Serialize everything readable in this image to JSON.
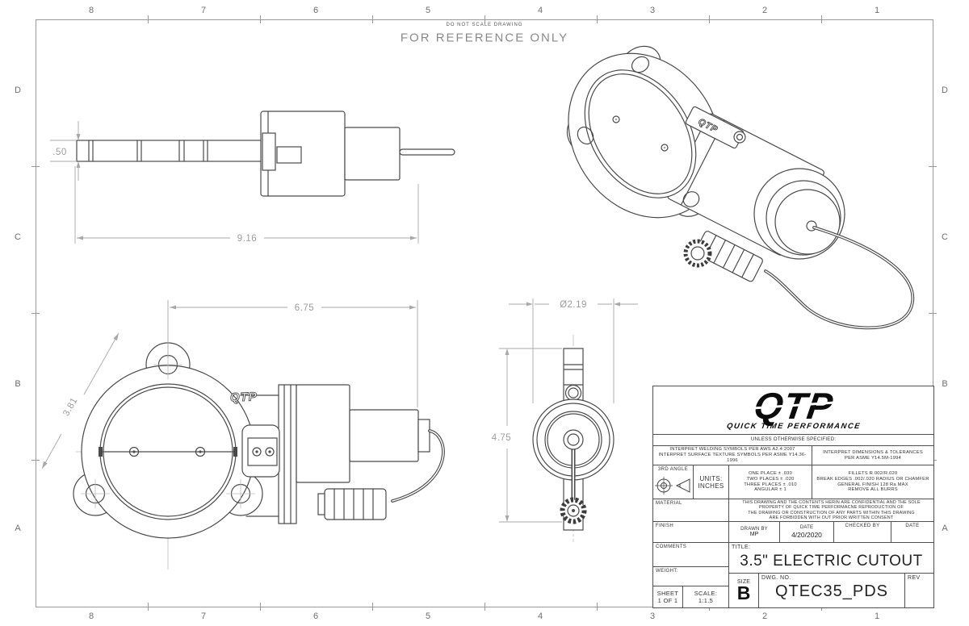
{
  "annotations": {
    "do_not_scale": "DO NOT SCALE DRAWING",
    "for_reference_only": "FOR REFERENCE ONLY"
  },
  "border": {
    "columns": [
      "8",
      "7",
      "6",
      "5",
      "4",
      "3",
      "2",
      "1"
    ],
    "rows": [
      "D",
      "C",
      "B",
      "A"
    ]
  },
  "views": {
    "side": {
      "thickness": ".50",
      "length": "9.16"
    },
    "front": {
      "width": "6.75",
      "bolt_spacing": "3.81",
      "logo": "QTP"
    },
    "end": {
      "diameter": "Ø2.19",
      "height": "4.75"
    },
    "iso": {
      "logo": "QTP"
    }
  },
  "title_block": {
    "logo": {
      "brand": "QTP",
      "tagline": "QUICK TIME PERFORMANCE"
    },
    "unless": "UNLESS OTHERWISE SPECIFIED:",
    "weld_note_1": "INTERPRET WELDING SYMBOLS PER AWS A2.4:2007",
    "weld_note_2": "INTERPRET SURFACE TEXTURE SYMBOLS PER ASME Y14.36-1996",
    "dim_note_1": "INTERPRET DIMENSIONS & TOLERANCES",
    "dim_note_2": "PER ASME Y14.5M-1994",
    "third_angle": "3RD ANGLE",
    "units_label": "UNITS:",
    "units_value": "INCHES",
    "tolerances": [
      "ONE PLACE ± .030",
      "TWO PLACES ± .020",
      "THREE PLACES ± .010",
      "ANGULAR ± 1"
    ],
    "finish_notes": [
      "FILLETS R.002/R.020",
      "BREAK EDGES .002/.020 RADIUS OR CHAMFER",
      "GENERAL FINISH 128 Ra MAX",
      "REMOVE ALL BURRS"
    ],
    "material_label": "MATERIAL",
    "finish_label": "FINISH",
    "comments_label": "COMMENTS",
    "weight_label": "WEIGHT:",
    "confidential_lines": [
      "THIS DRAWING AND THE CONTENTS HERIN ARE CONFIDENTIAL AND THE SOLE",
      "PROPERTY OF QUICK TIME PERFORMACNE REPRODUCTION OF",
      "THE DRAWING OR CONSTRUCTION OF ANY PARTS WITHIN THIS DRAWING",
      "ARE FORBIDDEN WITH OUT PRIOR WRITTEN CONSENT"
    ],
    "drawn_by_label": "DRAWN BY",
    "drawn_by_value": "MP",
    "date_label": "DATE",
    "date_value": "4/20/2020",
    "checked_by_label": "CHECKED BY",
    "checked_date_label": "DATE",
    "title_label": "TITLE:",
    "title_value": "3.5\" ELECTRIC CUTOUT",
    "size_label": "SIZE",
    "size_value": "B",
    "dwg_label": "DWG. NO.",
    "dwg_value": "QTEC35_PDS",
    "rev_label": "REV",
    "sheet_label": "SHEET",
    "sheet_value": "1 OF 1",
    "scale_label": "SCALE:",
    "scale_value": "1:1.5"
  },
  "colors": {
    "drawing_line": "#4a4a4a",
    "dimension": "#a8a8a8",
    "border": "#9a9a9a",
    "logo": "#0b0b0b",
    "background": "#ffffff"
  }
}
